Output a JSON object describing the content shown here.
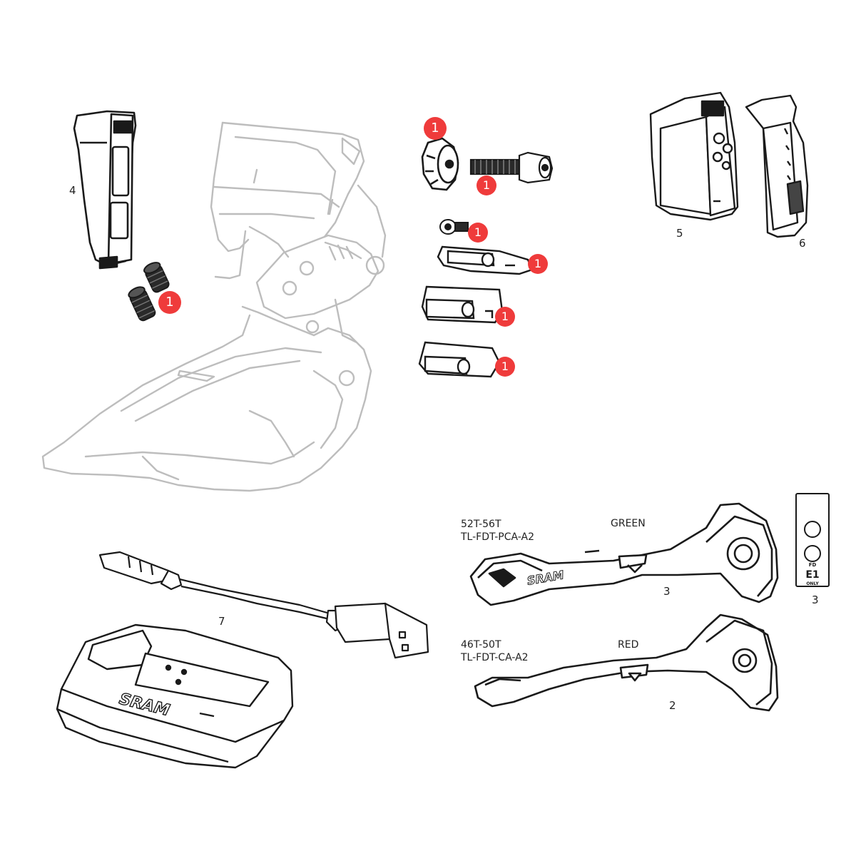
{
  "callouts": {
    "part_4": "4",
    "part_5": "5",
    "part_6": "6",
    "part_7": "7",
    "part_3_tool": "3",
    "part_3_label": "3",
    "part_2": "2"
  },
  "badges": {
    "setscrews": "1",
    "cap": "1",
    "bolt": "1",
    "small_bolt": "1",
    "shim_a": "1",
    "shim_b": "1",
    "shim_c": "1"
  },
  "tools": {
    "green": {
      "range": "52T-56T",
      "code": "TL-FDT-PCA-A2",
      "color_name": "GREEN"
    },
    "red": {
      "range": "46T-50T",
      "code": "TL-FDT-CA-A2",
      "color_name": "RED"
    }
  },
  "sticker": {
    "fd": "FD",
    "model": "E1",
    "only": "ONLY"
  },
  "brand": {
    "logo": "SRAM",
    "logo_small": "SRAM"
  },
  "colors": {
    "badge": "#ef3b3b",
    "line": "#1a1a1a",
    "ghost": "#bdbdbd"
  }
}
